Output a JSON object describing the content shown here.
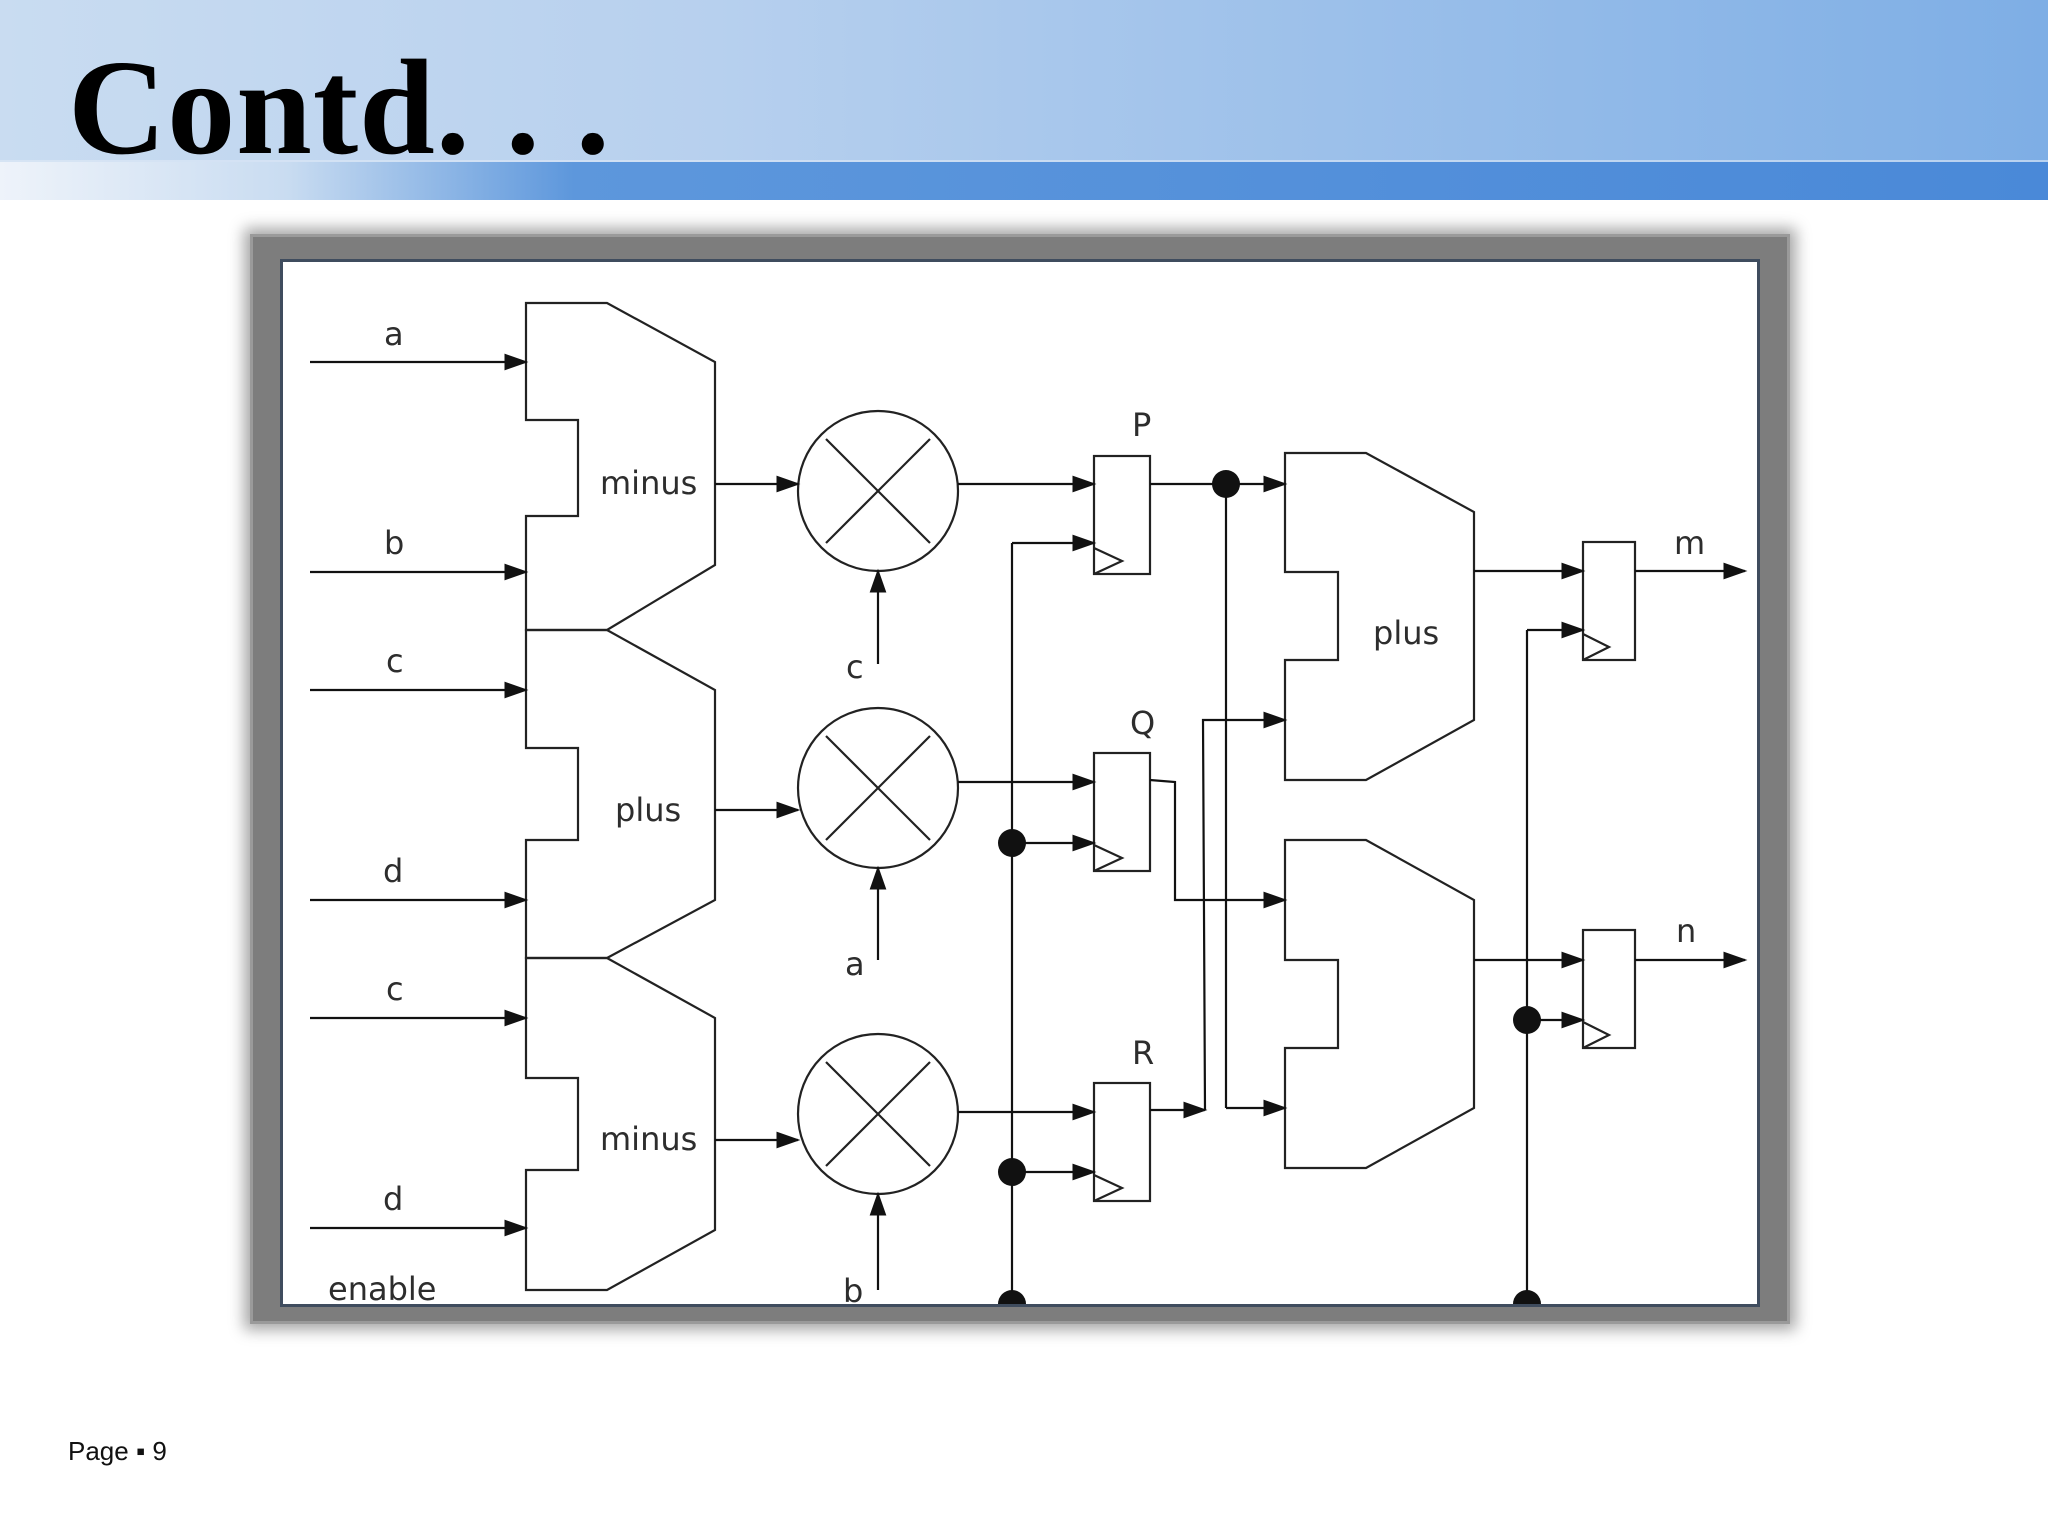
{
  "slide": {
    "title": "Contd. . .",
    "footer": {
      "page_label": "Page",
      "separator": "▪",
      "page_number": "9"
    }
  },
  "diagram": {
    "inputs": [
      "a",
      "b",
      "c",
      "d",
      "c",
      "d"
    ],
    "enable_label": "enable",
    "alu_labels": [
      "minus",
      "plus",
      "minus"
    ],
    "multiplier_inputs": [
      "c",
      "a",
      "b"
    ],
    "register_labels": [
      "P",
      "Q",
      "R"
    ],
    "right_alu_labels": [
      "plus",
      ""
    ],
    "outputs": [
      "m",
      "n"
    ]
  }
}
